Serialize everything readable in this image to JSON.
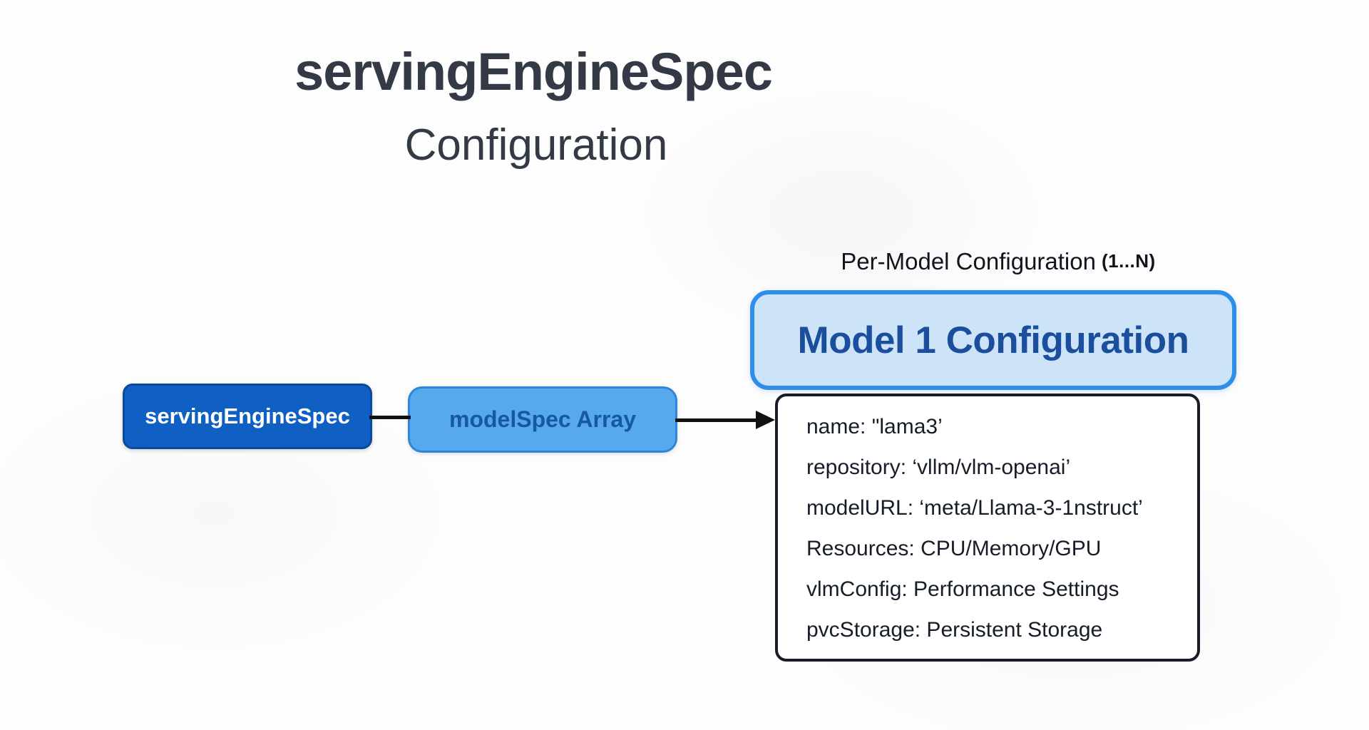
{
  "page": {
    "title": "servingEngineSpec",
    "subtitle": "Configuration"
  },
  "per_model": {
    "label": "Per-Model Configuration",
    "multiplicity": "(1...N)"
  },
  "nodes": {
    "serving_engine_spec": {
      "label": "servingEngineSpec"
    },
    "model_spec_array": {
      "label": "modelSpec Array"
    },
    "model1": {
      "title": "Model 1 Configuration"
    }
  },
  "model_config": {
    "lines": [
      "name: \"lama3’",
      "repository: ‘vllm/vlm-openai’",
      "modelURL: ‘meta/Llama-3-1nstruct’",
      "Resources: CPU/Memory/GPU",
      "vlmConfig: Performance Settings",
      "pvcStorage: Persistent Storage"
    ]
  },
  "colors": {
    "title_text": "#333a45",
    "dark_node_fill": "#0f60c2",
    "dark_node_border": "#0a4a9c",
    "dark_node_text": "#ffffff",
    "light_node_fill": "#57a9ee",
    "light_node_border": "#2e86d8",
    "light_node_text": "#17599f",
    "model1_fill": "#cde3f8",
    "model1_border": "#2f8ee9",
    "model1_text": "#1b4f9e",
    "detail_box_border": "#171c26",
    "detail_text": "#161d29",
    "connector": "#111111"
  }
}
